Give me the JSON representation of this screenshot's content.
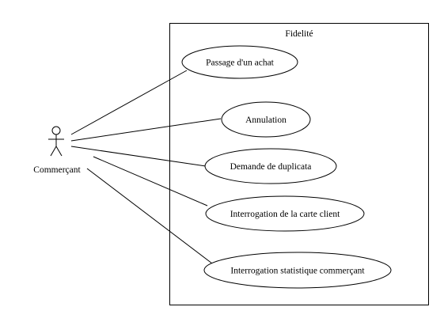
{
  "system": {
    "title": "Fidelité"
  },
  "actor": {
    "name": "Commerçant",
    "icon": "stick-figure-actor-icon"
  },
  "use_cases": [
    {
      "label": "Passage d'un achat"
    },
    {
      "label": "Annulation"
    },
    {
      "label": "Demande de duplicata"
    },
    {
      "label": "Interrogation de la carte client"
    },
    {
      "label": "Interrogation statistique commerçant"
    }
  ],
  "colors": {
    "stroke": "#000000",
    "background": "#ffffff"
  }
}
